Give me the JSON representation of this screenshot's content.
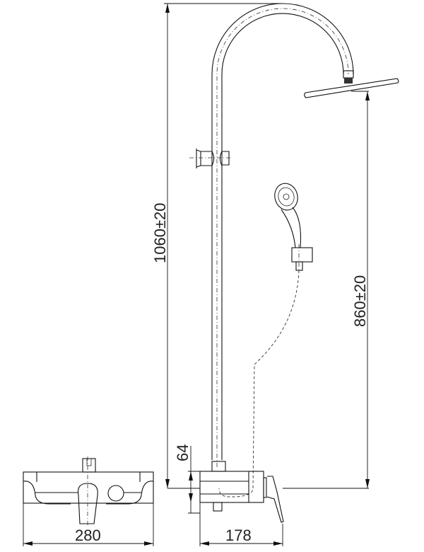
{
  "drawing": {
    "dimensions": {
      "total_height": "1060±20",
      "head_height": "860±20",
      "mixer_offset": "64",
      "mixer_width": "280",
      "mixer_depth": "178"
    }
  }
}
